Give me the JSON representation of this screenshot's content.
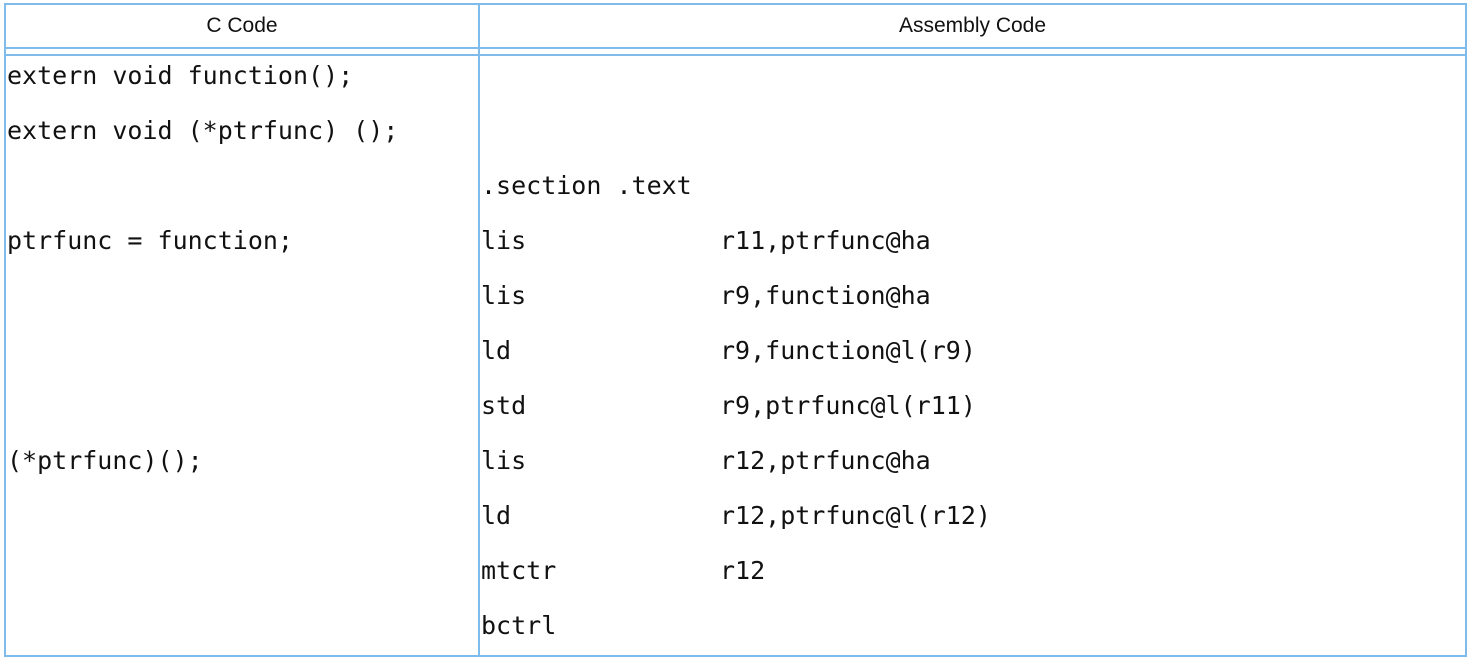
{
  "headers": {
    "c": "C Code",
    "asm": "Assembly Code"
  },
  "c_code": [
    "extern void function();",
    "extern void (*ptrfunc) ();",
    "ptrfunc = function;",
    "(*ptrfunc)();"
  ],
  "asm_code": {
    "section": ".section .text",
    "lines": [
      {
        "op": "lis",
        "arg": "r11,ptrfunc@ha"
      },
      {
        "op": "lis",
        "arg": "r9,function@ha"
      },
      {
        "op": "ld",
        "arg": "r9,function@l(r9)"
      },
      {
        "op": "std",
        "arg": "r9,ptrfunc@l(r11)"
      },
      {
        "op": "lis",
        "arg": "r12,ptrfunc@ha"
      },
      {
        "op": "ld",
        "arg": "r12,ptrfunc@l(r12)"
      },
      {
        "op": "mtctr",
        "arg": "r12"
      },
      {
        "op": "bctrl",
        "arg": ""
      }
    ]
  },
  "colors": {
    "border": "#7fbcec",
    "text": "#111111"
  }
}
